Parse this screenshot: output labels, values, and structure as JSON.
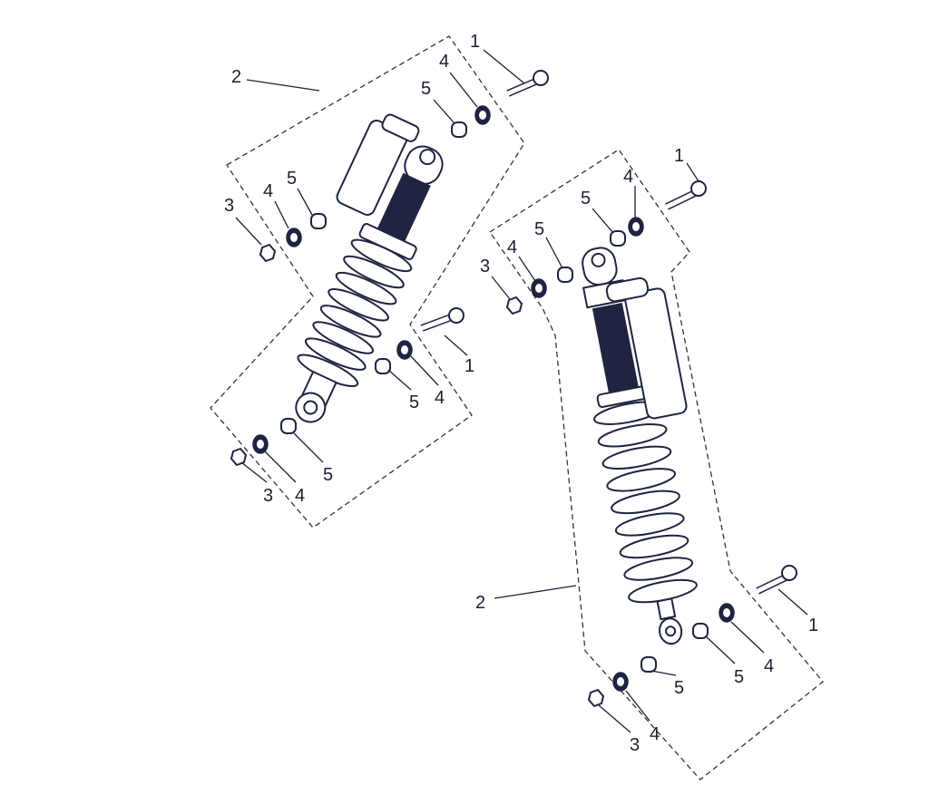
{
  "diagram": {
    "title": "Rear shock absorber exploded view",
    "colors": {
      "line": "#1f2440",
      "dashed": "#333333",
      "background": "#ffffff"
    },
    "left_assembly": {
      "labels": [
        "2",
        "1",
        "4",
        "5",
        "5",
        "4",
        "3",
        "1",
        "4",
        "5",
        "5",
        "4",
        "3"
      ]
    },
    "right_assembly": {
      "labels": [
        "1",
        "4",
        "5",
        "5",
        "4",
        "3",
        "2",
        "1",
        "4",
        "5",
        "5",
        "4",
        "3"
      ]
    }
  }
}
